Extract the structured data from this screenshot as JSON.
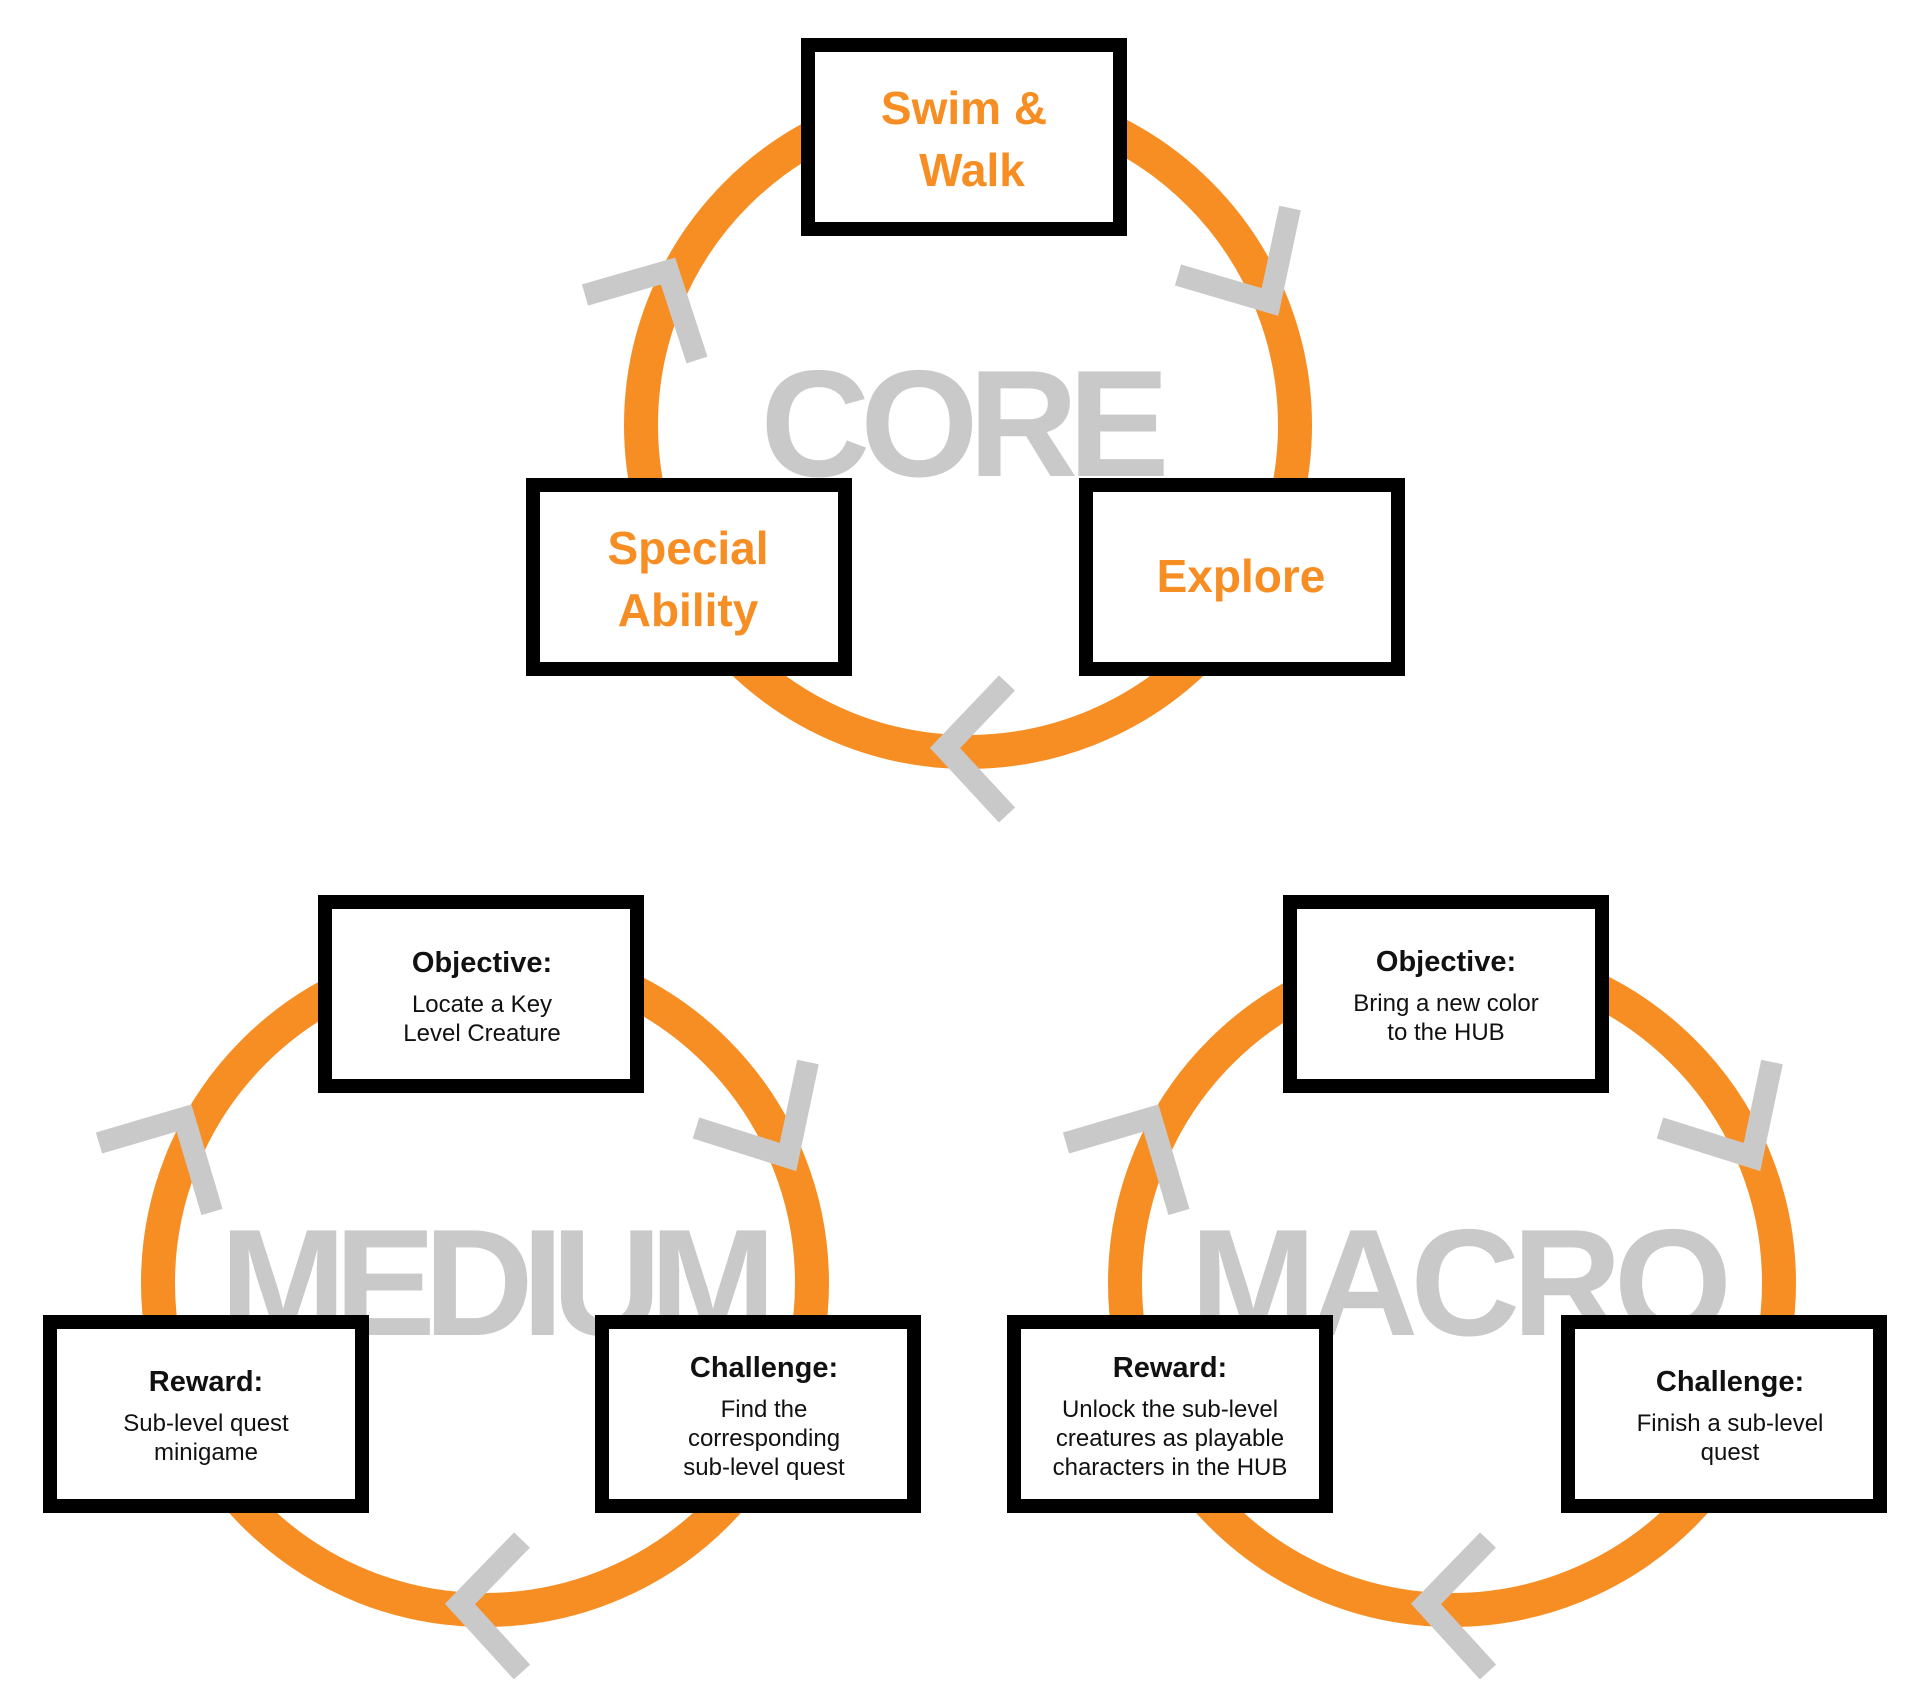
{
  "colors": {
    "ring": "#f68e23",
    "arrow": "#c9c9c9",
    "watermark": "#c9c9c9",
    "box_border": "#000000",
    "box_fill": "#ffffff",
    "core_text": "#f68e23",
    "body_text": "#111111"
  },
  "core": {
    "watermark": "CORE",
    "top": {
      "line1": "Swim &",
      "line2": "Walk"
    },
    "left": {
      "line1": "Special",
      "line2": "Ability"
    },
    "right": {
      "line1": "Explore"
    }
  },
  "medium": {
    "watermark": "MEDIUM",
    "top": {
      "heading": "Objective:",
      "line1": "Locate a Key",
      "line2": "Level Creature"
    },
    "left": {
      "heading": "Reward:",
      "line1": "Sub-level quest",
      "line2": "minigame"
    },
    "right": {
      "heading": "Challenge:",
      "line1": "Find the",
      "line2": "corresponding",
      "line3": "sub-level quest"
    }
  },
  "macro": {
    "watermark": "MACRO",
    "top": {
      "heading": "Objective:",
      "line1": "Bring a new color",
      "line2": "to the HUB"
    },
    "left": {
      "heading": "Reward:",
      "line1": "Unlock the sub-level",
      "line2": "creatures as playable",
      "line3": "characters in the HUB"
    },
    "right": {
      "heading": "Challenge:",
      "line1": "Finish a sub-level",
      "line2": "quest"
    }
  }
}
